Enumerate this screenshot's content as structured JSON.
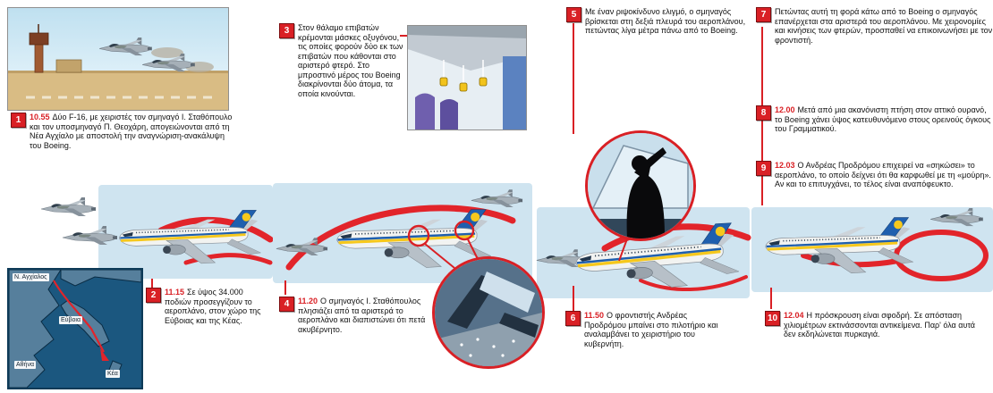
{
  "colors": {
    "accent": "#d92025",
    "panel": "#cfe4f0",
    "map_sea": "#1b577f",
    "map_land": "#567f9c",
    "livery_blue": "#1f5fae",
    "livery_yellow": "#f6c81c"
  },
  "steps": [
    {
      "num": "1",
      "time": "10.55",
      "text": "Δύο F-16, με χειριστές τον σμηναγό Ι. Σταθόπουλο και τον υποσμηναγό Π. Θεοχάρη, απογειώνονται από τη Νέα Αγχίαλο με αποστολή την αναγνώριση-ανακάλυψη του Boeing."
    },
    {
      "num": "2",
      "time": "11.15",
      "text": "Σε ύψος 34.000 ποδιών προσεγγίζουν το αεροπλάνο, στον χώρο της Εύβοιας και της Κέας."
    },
    {
      "num": "3",
      "time": "",
      "text": "Στον θάλαμο επιβατών κρέμονται μάσκες οξυγόνου, τις οποίες φορούν δύο εκ των επιβατών που κάθονται στο αριστερό φτερό. Στο μπροστινό μέρος του Boeing διακρίνονται δύο άτομα, τα οποία κινούνται."
    },
    {
      "num": "4",
      "time": "11.20",
      "text": "Ο σμηναγός Ι. Σταθόπουλος πλησιάζει από τα αριστερά το αεροπλάνο και διαπιστώνει ότι πετά ακυβέρνητο."
    },
    {
      "num": "5",
      "time": "",
      "text": "Με έναν ριψοκίνδυνο ελιγμό, ο σμηναγός βρίσκεται στη δεξιά πλευρά του αεροπλάνου, πετώντας λίγα μέτρα πάνω από το Boeing."
    },
    {
      "num": "6",
      "time": "11.50",
      "text": "Ο φροντιστής Ανδρέας Προδρόμου μπαίνει στο πιλοτήριο και αναλαμβάνει το χειριστήριο του κυβερνήτη."
    },
    {
      "num": "7",
      "time": "",
      "text": "Πετώντας αυτή τη φορά κάτω από το Boeing ο σμηναγός επανέρχεται στα αριστερά του αεροπλάνου. Με χειρονομίες και κινήσεις των φτερών, προσπαθεί να επικοινωνήσει με τον φροντιστή."
    },
    {
      "num": "8",
      "time": "12.00",
      "text": "Μετά από μια ακανόνιστη πτήση στον αττικό ουρανό, το Boeing χάνει ύψος κατευθυνόμενο στους ορεινούς όγκους του Γραμματικού."
    },
    {
      "num": "9",
      "time": "12.03",
      "text": "Ο Ανδρέας Προδρόμου επιχειρεί να «σηκώσει» το αεροπλάνο, το οποίο δείχνει ότι θα καρφωθεί με τη «μούρη». Αν και το επιτυγχάνει, το τέλος είναι αναπόφευκτο."
    },
    {
      "num": "10",
      "time": "12.04",
      "text": "Η πρόσκρουση είναι σφοδρή. Σε απόσταση χιλιομέτρων εκτινάσσονται αντικείμενα. Παρ' όλα αυτά δεν εκδηλώνεται πυρκαγιά."
    }
  ],
  "map": {
    "labels": {
      "base": "Ν. Αγχίαλος",
      "evia": "Εύβοια",
      "athens": "Αθήνα",
      "kea": "Κέα"
    }
  }
}
